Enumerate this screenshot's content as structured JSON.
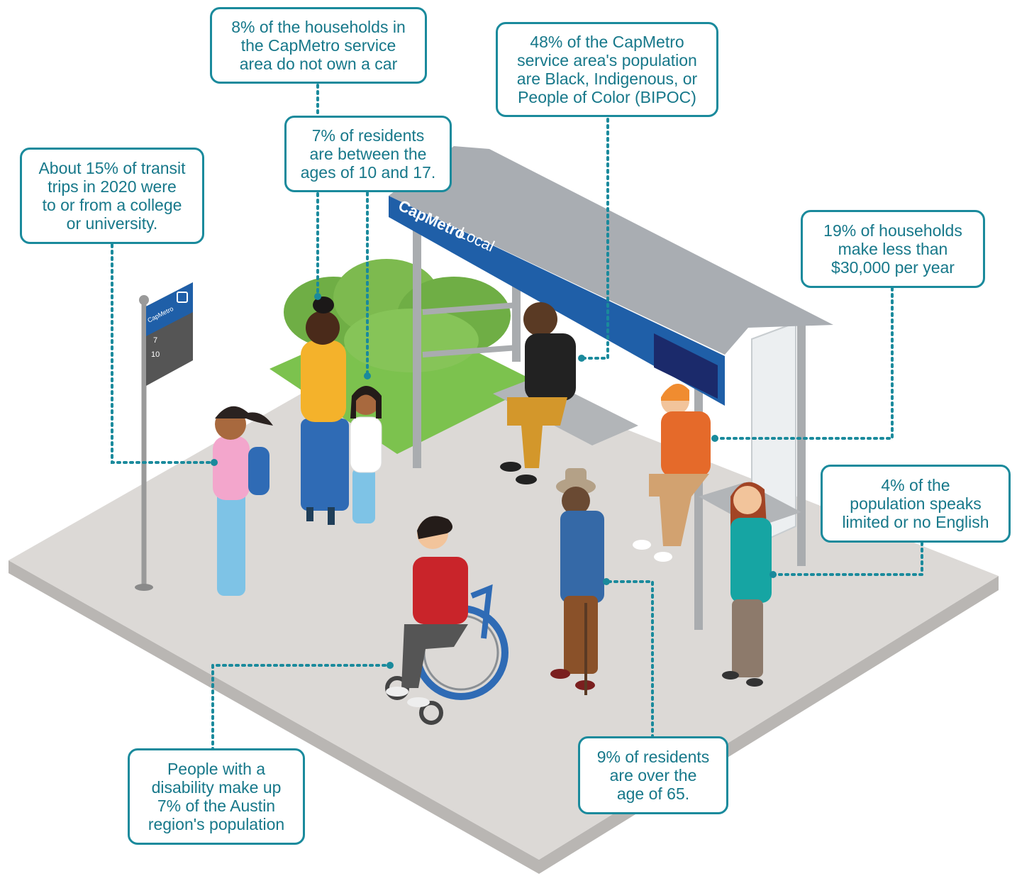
{
  "stop_sign": {
    "brand": "CapMetro",
    "route_1": "7",
    "route_2": "10"
  },
  "shelter": {
    "brand": "CapMetro",
    "service": "Local"
  },
  "colors": {
    "accent": "#1a8a9c",
    "brand_blue": "#1f5fa8",
    "platform": "#d9d6d3",
    "grass": "#79b84a"
  },
  "callouts": {
    "households_car": "8% of the households in\nthe CapMetro service\narea do not own a car",
    "bipoc": "48% of the CapMetro\nservice area's population\nare Black, Indigenous, or\nPeople of Color (BIPOC)",
    "ages_10_17": "7% of residents\nare between the\nages of 10 and 17.",
    "college": "About 15% of transit\ntrips in 2020 were\nto or from a college\nor university.",
    "income": "19% of households\nmake less than\n$30,000 per year",
    "english": "4% of the\npopulation speaks\nlimited or no English",
    "disability": "People with a\ndisability make up\n7% of the Austin\nregion's population",
    "over_65": "9% of residents\nare over the\nage of 65."
  }
}
